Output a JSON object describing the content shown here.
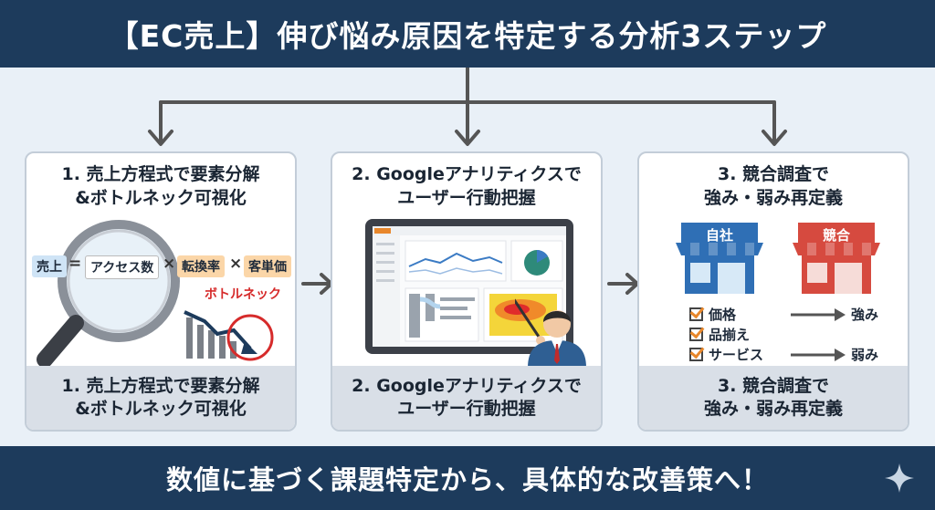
{
  "header": {
    "title": "【EC売上】伸び悩み原因を特定する分析3ステップ"
  },
  "footer": {
    "text": "数値に基づく課題特定から、具体的な改善策へ！"
  },
  "steps": [
    {
      "title_l1": "1. 売上方程式で要素分解",
      "title_l2": "&ボトルネック可視化",
      "foot_l1": "1. 売上方程式で要素分解",
      "foot_l2": "&ボトルネック可視化",
      "equation": {
        "sales": "売上",
        "eq": "=",
        "access": "アクセス数",
        "x1": "×",
        "cvr": "転換率",
        "x2": "×",
        "aov": "客単価"
      },
      "badge": "ボトルネック"
    },
    {
      "title_l1": "2. Googleアナリティクスで",
      "title_l2": "ユーザー行動把握",
      "foot_l1": "2. Googleアナリティクスで",
      "foot_l2": "ユーザー行動把握"
    },
    {
      "title_l1": "3. 競合調査で",
      "title_l2": "強み・弱み再定義",
      "foot_l1": "3. 競合調査で",
      "foot_l2": "強み・弱み再定義",
      "own_shop": "自社",
      "rival_shop": "競合",
      "checks": [
        "価格",
        "品揃え",
        "サービス"
      ],
      "strength": "強み",
      "weakness": "弱み"
    }
  ],
  "colors": {
    "navy": "#1d3b5c",
    "bg": "#e9f0f7",
    "blue_shop": "#2f6fb5",
    "red_shop": "#d64a3f",
    "accent_orange": "#e8872b"
  }
}
